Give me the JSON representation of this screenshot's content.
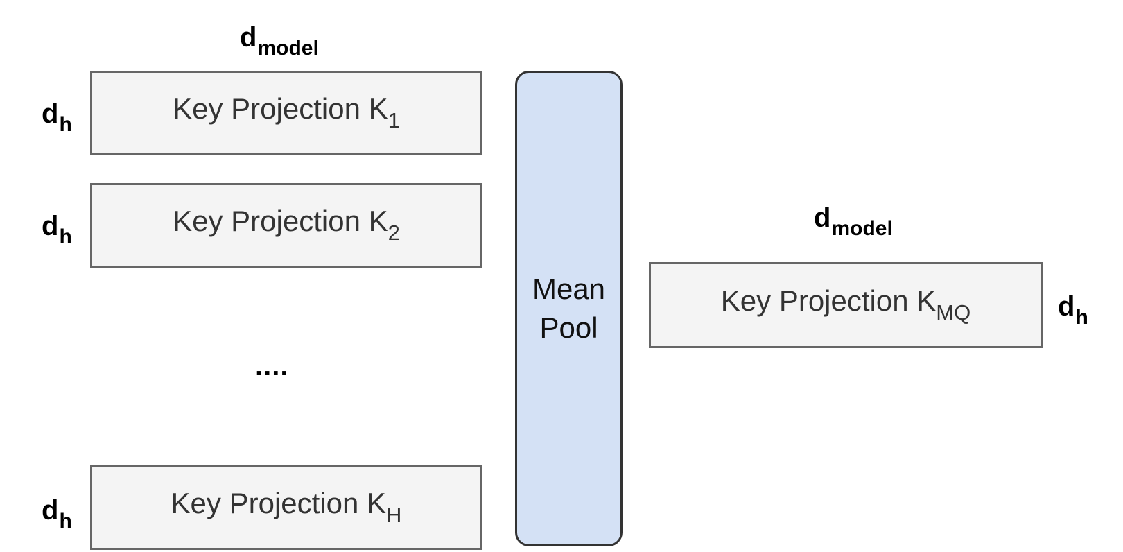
{
  "left_group": {
    "width_label": {
      "base": "d",
      "sub": "model"
    },
    "boxes": [
      {
        "label": "Key Projection K",
        "sub": "1",
        "height_label": {
          "base": "d",
          "sub": "h"
        }
      },
      {
        "label": "Key Projection K",
        "sub": "2",
        "height_label": {
          "base": "d",
          "sub": "h"
        }
      },
      {
        "label": "Key Projection K",
        "sub": "H",
        "height_label": {
          "base": "d",
          "sub": "h"
        }
      }
    ],
    "ellipsis": "...."
  },
  "pool": {
    "label": "Mean Pool"
  },
  "right_group": {
    "width_label": {
      "base": "d",
      "sub": "model"
    },
    "box": {
      "label": "Key Projection K",
      "sub": "MQ",
      "height_label": {
        "base": "d",
        "sub": "h"
      }
    }
  },
  "colors": {
    "box_fill": "#f4f4f4",
    "box_stroke": "#666666",
    "pool_fill": "#d4e1f5",
    "pool_stroke": "#333333"
  }
}
